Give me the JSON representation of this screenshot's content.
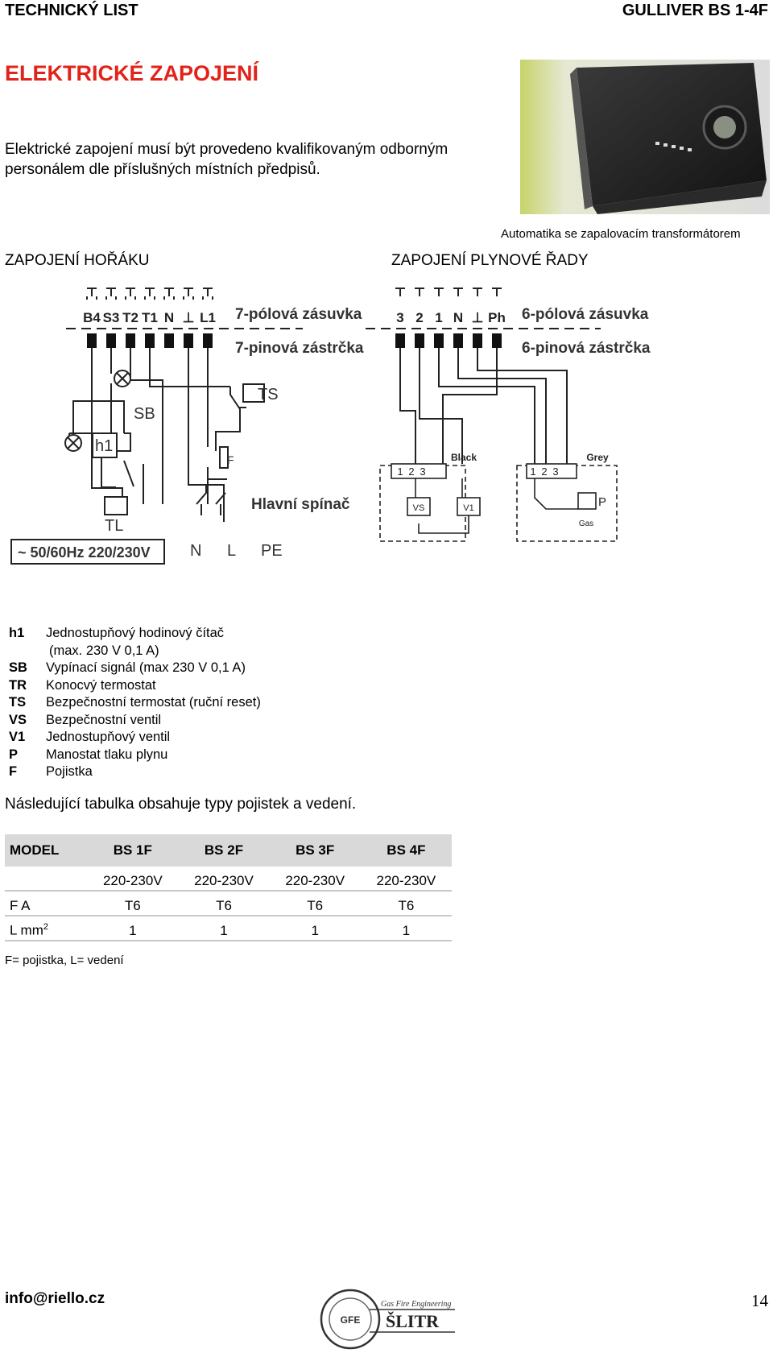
{
  "header": {
    "left": "TECHNICKÝ LIST",
    "right": "GULLIVER BS 1-4F"
  },
  "title": "ELEKTRICKÉ ZAPOJENÍ",
  "intro": "Elektrické zapojení musí být provedeno kvalifikovaným odborným personálem dle příslušných místních předpisů.",
  "photo_caption": "Automatika se zapalovacím transformátorem",
  "sections": {
    "burner": "ZAPOJENÍ HOŘÁKU",
    "gas_train": "ZAPOJENÍ PLYNOVÉ ŘADY"
  },
  "diagram": {
    "left_pins": [
      "B4",
      "S3",
      "T2",
      "T1",
      "N",
      "⊥",
      "L1"
    ],
    "left_socket": "7-pólová zásuvka",
    "left_plug": "7-pinová zástrčka",
    "right_pins": [
      "3",
      "2",
      "1",
      "N",
      "⊥",
      "Ph"
    ],
    "right_socket": "6-pólová zásuvka",
    "right_plug": "6-pinová zástrčka",
    "sb": "SB",
    "h1": "h1",
    "ts": "TS",
    "tl": "TL",
    "f": "F",
    "main_switch": "Hlavní spínač",
    "n": "N",
    "l": "L",
    "pe": "PE",
    "supply": "~ 50/60Hz 220/230V",
    "black": "Black",
    "grey": "Grey",
    "term1": [
      "1",
      "2",
      "3"
    ],
    "term2": [
      "1",
      "2",
      "3"
    ],
    "vs": "VS",
    "v1": "V1",
    "p": "P",
    "gas": "Gas"
  },
  "legend": [
    {
      "code": "h1",
      "desc": "Jednostupňový hodinový čítač",
      "cont": "(max. 230 V 0,1 A)"
    },
    {
      "code": "SB",
      "desc": "Vypínací signál (max 230 V 0,1 A)"
    },
    {
      "code": "TR",
      "desc": "Konocvý termostat"
    },
    {
      "code": "TS",
      "desc": "Bezpečnostní termostat (ruční reset)"
    },
    {
      "code": "VS",
      "desc": "Bezpečnostní ventil"
    },
    {
      "code": "V1",
      "desc": "Jednostupňový ventil"
    },
    {
      "code": "P",
      "desc": "Manostat tlaku plynu"
    },
    {
      "code": "F",
      "desc": "Pojistka"
    }
  ],
  "table_intro": "Následující tabulka obsahuje typy pojistek  a vedení.",
  "fuse_table": {
    "headers": [
      "MODEL",
      "BS 1F",
      "BS 2F",
      "BS 3F",
      "BS 4F"
    ],
    "rows": [
      [
        "",
        "220-230V",
        "220-230V",
        "220-230V",
        "220-230V"
      ],
      [
        "F  A",
        "T6",
        "T6",
        "T6",
        "T6"
      ],
      [
        "L mm",
        "1",
        "1",
        "1",
        "1"
      ]
    ],
    "sup": "2"
  },
  "fuse_note": "F= pojistka, L= vedení",
  "footer": {
    "email": "info@riello.cz",
    "page": "14",
    "logo_line1": "Gas Fire Engineering",
    "logo_line2": "ŠLITR",
    "logo_mark": "GFE"
  }
}
